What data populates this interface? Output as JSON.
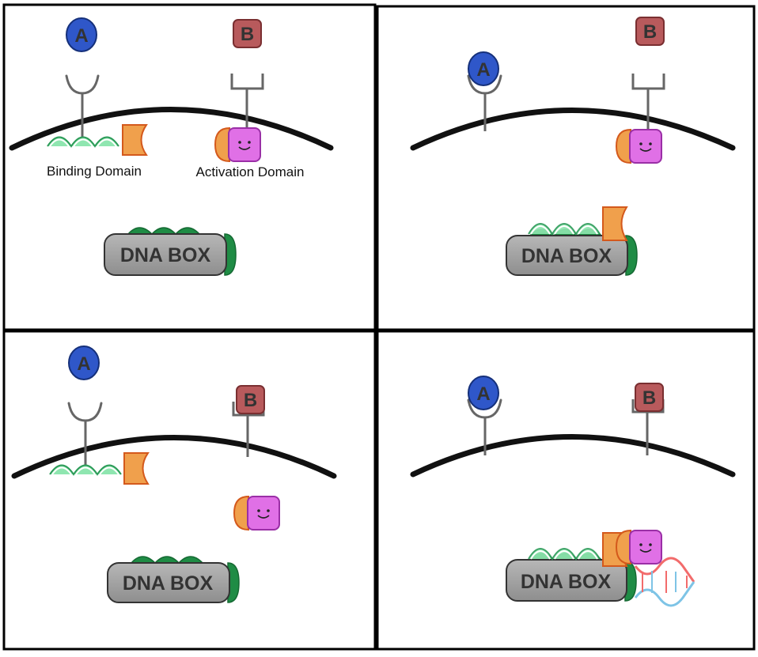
{
  "ligands": {
    "a_label": "A",
    "b_label": "B"
  },
  "captions": {
    "binding_domain": "Binding Domain",
    "activation_domain": "Activation Domain"
  },
  "dna_box": {
    "label": "DNA BOX"
  },
  "colors": {
    "ligand_a": "#2f57c9",
    "ligand_b": "#b85a5c",
    "binding_domain": "#6fd49a",
    "activation_domain": "#f0a04c",
    "partner_protein": "#e070e6",
    "dna_box": "#9c9c9c",
    "dna_cap": "#1f8c45",
    "dna_helix_red": "#f26b6b",
    "dna_helix_blue": "#7ec4e6"
  },
  "panels": [
    {
      "id": "panel-1",
      "ligand_a_bound": false,
      "ligand_b_bound": false,
      "transcription_active": false
    },
    {
      "id": "panel-2",
      "ligand_a_bound": true,
      "ligand_b_bound": false,
      "transcription_active": false
    },
    {
      "id": "panel-3",
      "ligand_a_bound": false,
      "ligand_b_bound": true,
      "transcription_active": false
    },
    {
      "id": "panel-4",
      "ligand_a_bound": true,
      "ligand_b_bound": true,
      "transcription_active": true
    }
  ]
}
